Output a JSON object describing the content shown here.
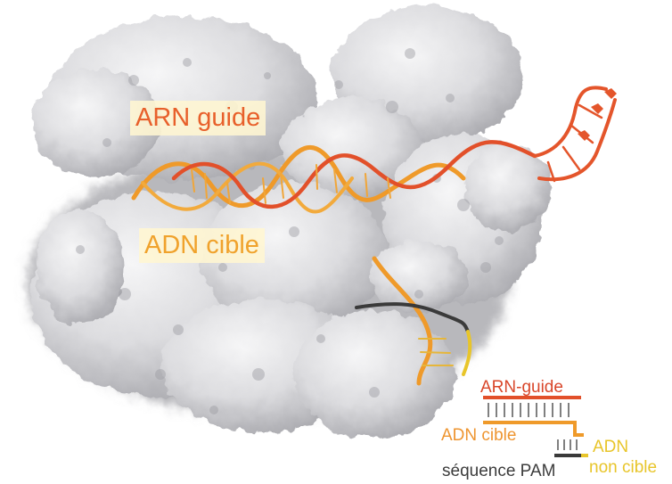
{
  "image": {
    "labels": {
      "guide_rna": "ARN guide",
      "target_dna": "ADN cible"
    },
    "legend": {
      "guide_rna": "ARN-guide",
      "target_dna": "ADN cible",
      "non_target_dna_line1": "ADN",
      "non_target_dna_line2": "non cible",
      "pam": "séquence PAM"
    },
    "colors": {
      "protein": "#d9d9dc",
      "guide_rna": "#e2502a",
      "target_dna": "#ef9a2a",
      "non_target_dna": "#e8c52a",
      "pam": "#3a3a3a",
      "label_bg": "#fff6d2"
    }
  }
}
